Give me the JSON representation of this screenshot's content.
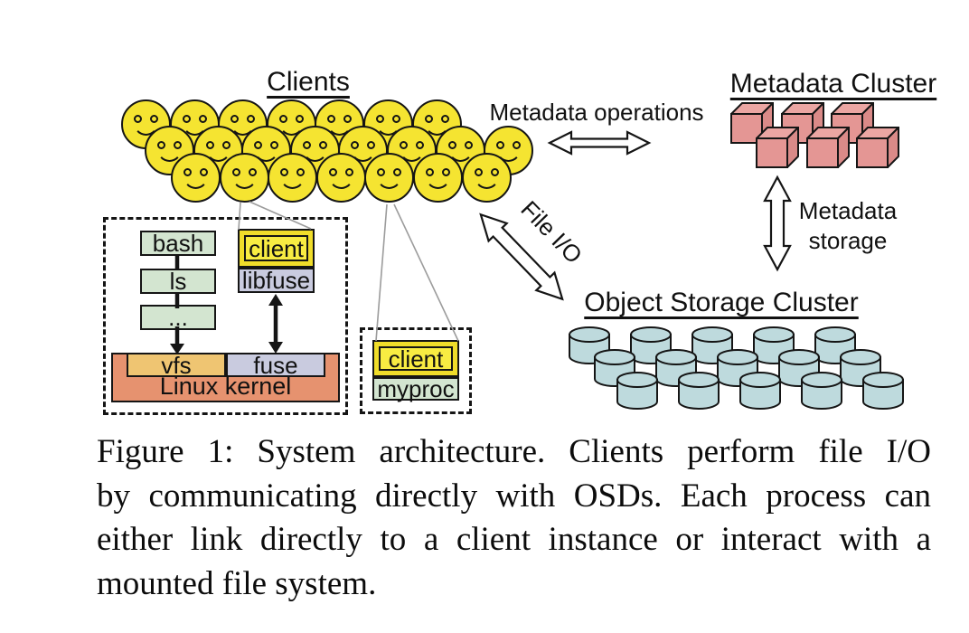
{
  "figure": {
    "clients": {
      "title": "Clients",
      "smiley_rows": [
        7,
        8,
        7
      ]
    },
    "metadata_cluster": {
      "title": "Metadata Cluster",
      "cube_rows": [
        3,
        3
      ]
    },
    "object_storage_cluster": {
      "title": "Object Storage Cluster",
      "cylinder_rows": [
        5,
        5,
        5
      ]
    },
    "labels": {
      "metadata_operations": "Metadata operations",
      "file_io": "File I/O",
      "metadata_storage": [
        "Metadata",
        "storage"
      ]
    },
    "mounted_client_box": {
      "processes": [
        "bash",
        "ls",
        "..."
      ],
      "client": "client",
      "libfuse": "libfuse",
      "vfs": "vfs",
      "fuse": "fuse",
      "kernel": "Linux kernel"
    },
    "linked_client_box": {
      "client": "client",
      "myproc": "myproc"
    },
    "colors": {
      "smiley": "#f5e431",
      "outline": "#151515",
      "cube_front": "#e49694",
      "cube_top": "#eba6a3",
      "cube_side": "#da8a88",
      "cylinder": "#bedadd",
      "process_green": "#d3e5d0",
      "client_yellow": "#f0dd2a",
      "client_yellow_inner": "#f8ec42",
      "lavender": "#c9cbdf",
      "vfs_orange": "#efc572",
      "kernel_salmon": "#e6926f",
      "connection_gray": "#9c9c9c"
    }
  },
  "caption": {
    "lines": [
      "Figure 1:  System architecture.  Clients perform file I/O",
      "by communicating directly with OSDs. Each process can",
      "either link directly to a client instance or interact with a",
      "mounted file system."
    ]
  }
}
